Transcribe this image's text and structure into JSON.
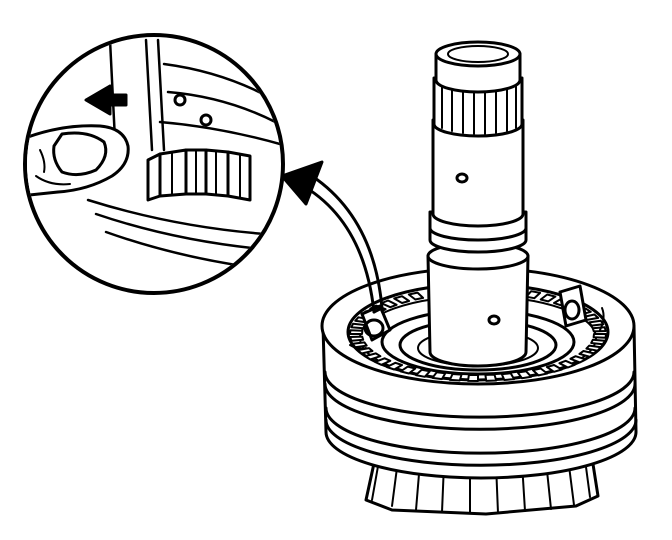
{
  "figure": {
    "background": "#ffffff",
    "ink": "#000000",
    "components": [
      "output-shaft",
      "synchronizer-assembly",
      "detail-magnifier",
      "callout-arrow",
      "finger",
      "direction-arrow"
    ]
  }
}
